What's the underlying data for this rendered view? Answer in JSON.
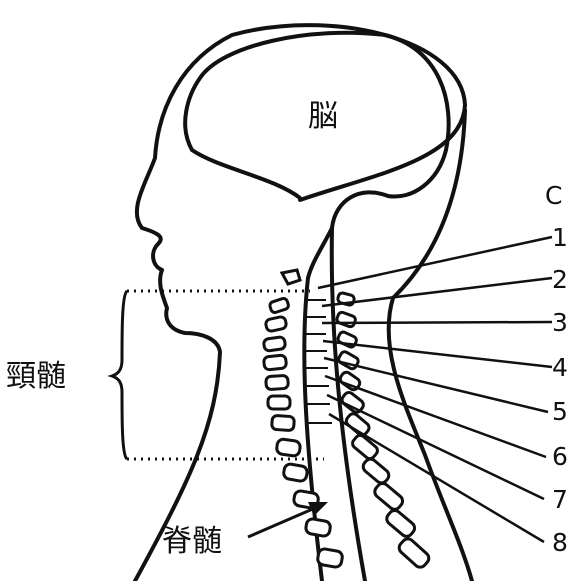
{
  "labels": {
    "brain": "脳",
    "cervical_cord": "頸髄",
    "spinal_cord": "脊髄",
    "segment_letter": "C"
  },
  "segments": [
    "1",
    "2",
    "3",
    "4",
    "5",
    "6",
    "7",
    "8"
  ],
  "colors": {
    "line": "#111111",
    "background": "#ffffff"
  }
}
